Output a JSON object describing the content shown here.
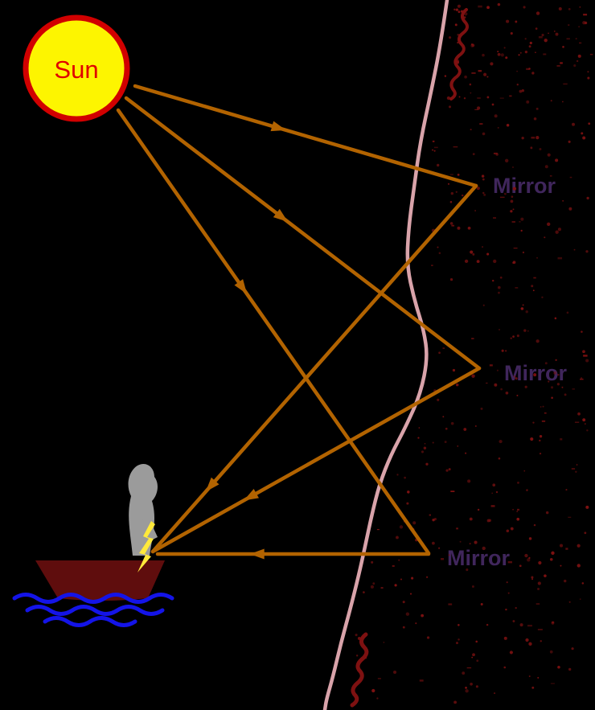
{
  "diagram": {
    "sun_label": "Sun",
    "mirror_labels": [
      "Mirror",
      "Mirror",
      "Mirror"
    ]
  },
  "colors": {
    "background": "#000000",
    "ray": "#b26300",
    "shoreline_pink": "#d9a3aa",
    "speckle": "#7e1111",
    "scribble": "#7e1111",
    "mirror_text": "#40265c",
    "sun_fill": "#fdf500",
    "sun_stroke": "#d10000",
    "sun_text": "#e00000",
    "boat": "#5f0d0d",
    "water": "#1414e8",
    "figure": "#9b9b9b",
    "flame": "#ffe93b"
  }
}
